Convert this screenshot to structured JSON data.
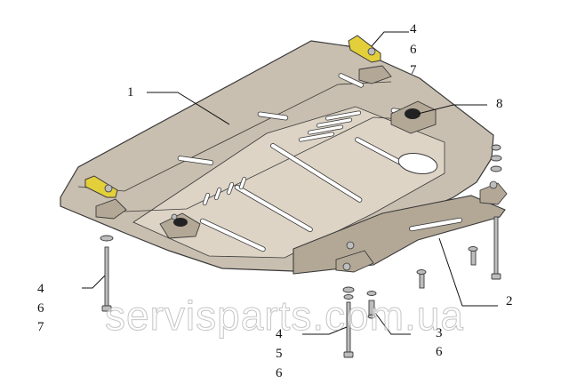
{
  "diagram": {
    "colors": {
      "plate": "#c9bfb0",
      "plate_dark": "#b3a896",
      "plate_light": "#ddd4c6",
      "outline": "#3a3a3a",
      "bracket": "#e3cf3a",
      "hardware": "#bdbdbd",
      "slot": "#ffffff"
    },
    "callouts": {
      "c1": "1",
      "c2": "2",
      "c3": "3",
      "c4a": "4",
      "c6a": "6",
      "c7a": "7",
      "c8": "8",
      "c4b": "4",
      "c6b": "6",
      "c7b": "7",
      "c4c": "4",
      "c5c": "5",
      "c6c": "6",
      "c6d": "6"
    },
    "watermark": "servisparts.com.ua"
  }
}
